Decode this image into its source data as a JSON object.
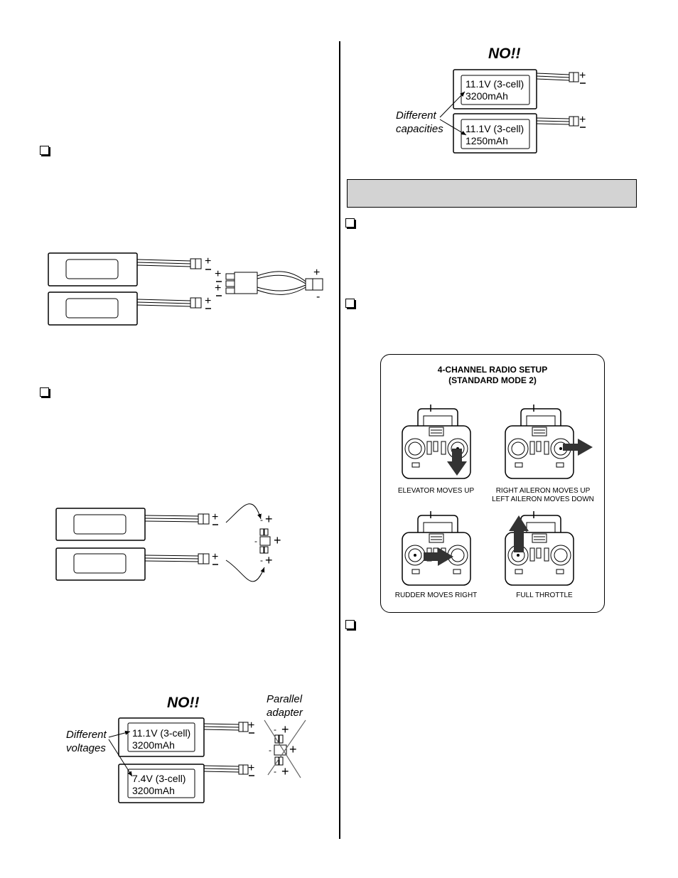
{
  "no_left": "NO!!",
  "no_right": "NO!!",
  "parallel_adapter": [
    "Parallel",
    "adapter"
  ],
  "different_voltages": [
    "Different",
    "voltages"
  ],
  "different_capacities": [
    "Different",
    "capacities"
  ],
  "battery_top": {
    "line1": "11.1V (3-cell)",
    "line2": "3200mAh"
  },
  "battery_bottom": {
    "line1": "7.4V (3-cell)",
    "line2": "3200mAh"
  },
  "battery_cap_top": {
    "line1": "11.1V (3-cell)",
    "line2": "3200mAh"
  },
  "battery_cap_bottom": {
    "line1": "11.1V (3-cell)",
    "line2": "1250mAh"
  },
  "radio": {
    "title_line1": "4-CHANNEL RADIO SETUP",
    "title_line2": "(STANDARD MODE 2)",
    "captions": {
      "elevator": "ELEVATOR MOVES UP",
      "aileron_line1": "RIGHT AILERON MOVES UP",
      "aileron_line2": "LEFT AILERON MOVES DOWN",
      "rudder": "RUDDER MOVES RIGHT",
      "throttle": "FULL THROTTLE"
    }
  }
}
